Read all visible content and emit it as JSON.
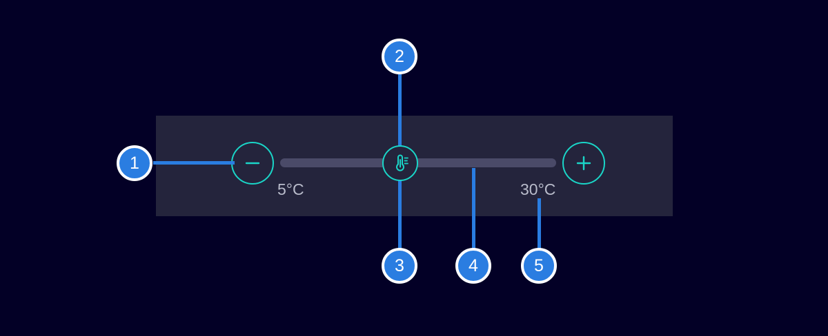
{
  "theme": {
    "background": "#030026",
    "panel": "#24243c",
    "track": "#4a4a68",
    "accent_cyan": "#1ad6c8",
    "accent_blue": "#2a7de1",
    "label_text": "#b9bccb",
    "badge_text": "#ffffff"
  },
  "slider": {
    "min_label": "5°C",
    "max_label": "30°C",
    "decrease_icon": "minus-icon",
    "increase_icon": "plus-icon",
    "handle_icon": "thermometer-icon"
  },
  "annotations": [
    {
      "number": "1",
      "target": "decrease-temperature-button"
    },
    {
      "number": "2",
      "target": "slider-handle-top"
    },
    {
      "number": "3",
      "target": "slider-handle-bottom"
    },
    {
      "number": "4",
      "target": "slider-track"
    },
    {
      "number": "5",
      "target": "max-temperature-label"
    }
  ]
}
